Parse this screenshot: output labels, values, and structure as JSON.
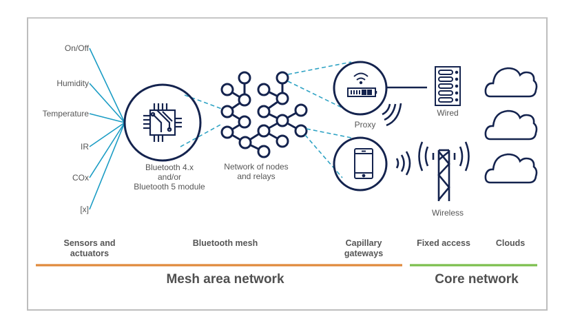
{
  "sensors": {
    "items": [
      "On/Off",
      "Humidity",
      "Temperature",
      "IR",
      "COx",
      "[x]"
    ],
    "category": [
      "Sensors and",
      "actuators"
    ]
  },
  "bluetooth_module": {
    "icon": "chip-icon",
    "label": [
      "Bluetooth 4.x",
      "and/or",
      "Bluetooth 5 module"
    ]
  },
  "mesh": {
    "label": [
      "Network of nodes",
      "and relays"
    ],
    "category": "Bluetooth mesh"
  },
  "gateways": {
    "proxy_label": "Proxy",
    "proxy_icon": "router-icon",
    "phone_icon": "smartphone-icon",
    "category": [
      "Capillary",
      "gateways"
    ]
  },
  "fixed_access": {
    "wired_label": "Wired",
    "wired_icon": "server-icon",
    "wireless_label": "Wireless",
    "wireless_icon": "cell-tower-icon",
    "category": "Fixed access"
  },
  "clouds": {
    "count": 3,
    "icon": "cloud-icon",
    "category": "Clouds"
  },
  "bottom": {
    "mesh_area_title": "Mesh area network",
    "core_title": "Core network",
    "mesh_area_color": "#e08a3c",
    "core_color": "#7cbf4e"
  },
  "colors": {
    "icon_navy": "#14234e",
    "link_cyan": "#2fa3c4",
    "text_gray": "#555555"
  }
}
